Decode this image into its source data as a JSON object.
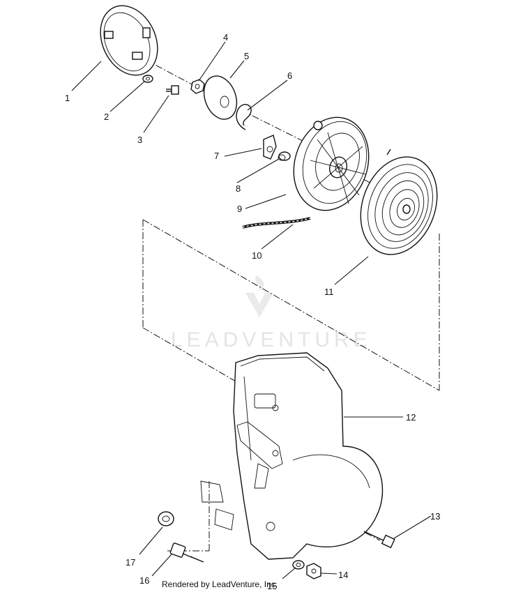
{
  "watermark": "LEADVENTURE",
  "footer": "Rendered by LeadVenture, Inc.",
  "callouts": [
    "1",
    "2",
    "3",
    "4",
    "5",
    "6",
    "7",
    "8",
    "9",
    "10",
    "11",
    "12",
    "13",
    "14",
    "15",
    "16",
    "17"
  ]
}
